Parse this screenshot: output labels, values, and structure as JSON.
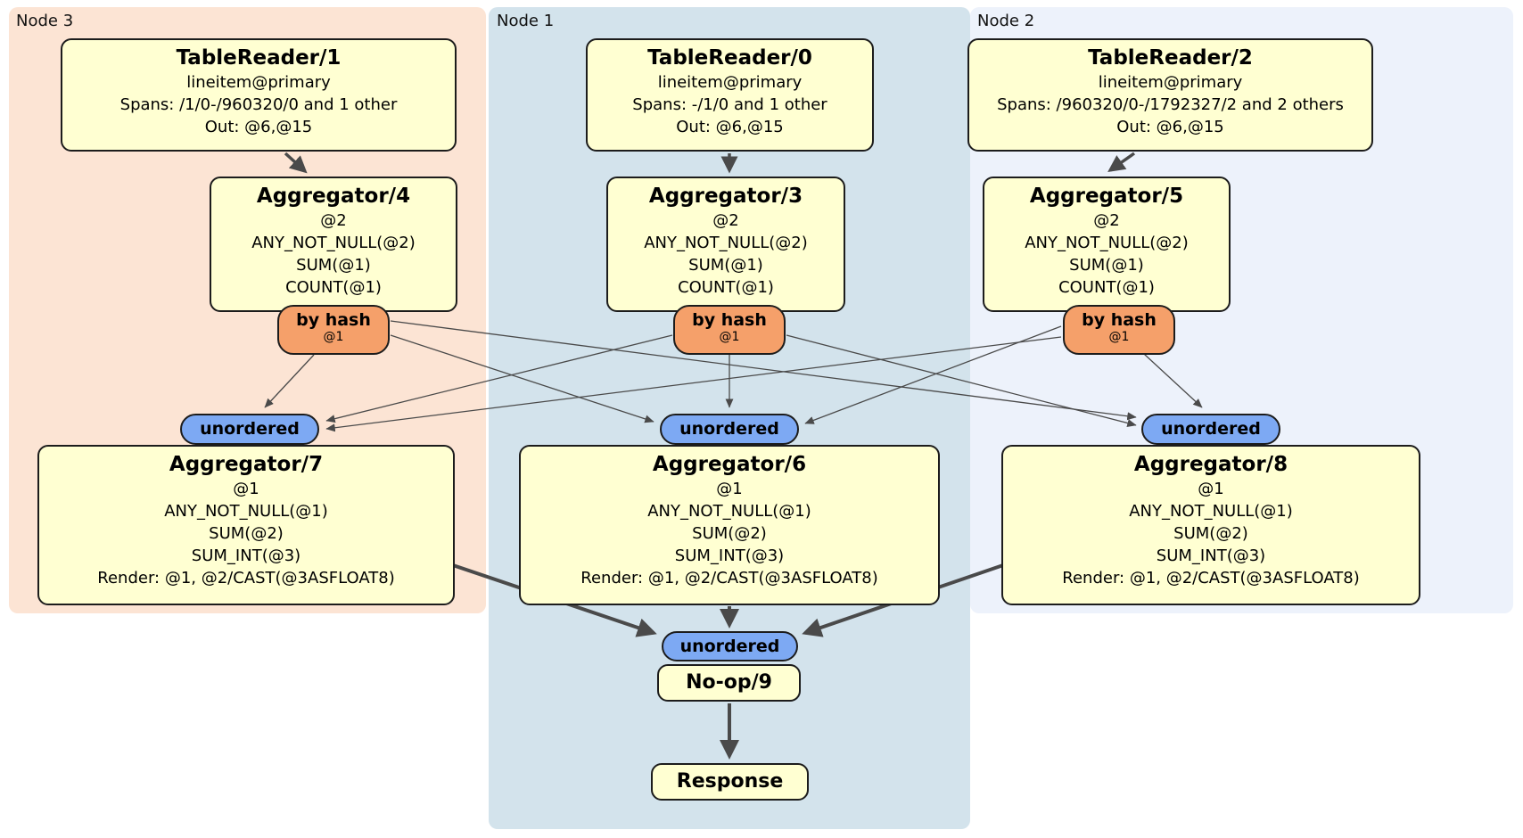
{
  "regions": {
    "node3": {
      "label": "Node 3"
    },
    "node1": {
      "label": "Node 1"
    },
    "node2": {
      "label": "Node 2"
    }
  },
  "boxes": {
    "tr1": {
      "title": "TableReader/1",
      "lines": [
        "lineitem@primary",
        "Spans: /1/0-/960320/0 and 1 other",
        "Out: @6,@15"
      ]
    },
    "tr0": {
      "title": "TableReader/0",
      "lines": [
        "lineitem@primary",
        "Spans: -/1/0 and 1 other",
        "Out: @6,@15"
      ]
    },
    "tr2": {
      "title": "TableReader/2",
      "lines": [
        "lineitem@primary",
        "Spans: /960320/0-/1792327/2 and 2 others",
        "Out: @6,@15"
      ]
    },
    "agg4": {
      "title": "Aggregator/4",
      "lines": [
        "@2",
        "ANY_NOT_NULL(@2)",
        "SUM(@1)",
        "COUNT(@1)"
      ]
    },
    "agg3": {
      "title": "Aggregator/3",
      "lines": [
        "@2",
        "ANY_NOT_NULL(@2)",
        "SUM(@1)",
        "COUNT(@1)"
      ]
    },
    "agg5": {
      "title": "Aggregator/5",
      "lines": [
        "@2",
        "ANY_NOT_NULL(@2)",
        "SUM(@1)",
        "COUNT(@1)"
      ]
    },
    "agg7": {
      "title": "Aggregator/7",
      "lines": [
        "@1",
        "ANY_NOT_NULL(@1)",
        "SUM(@2)",
        "SUM_INT(@3)",
        "Render: @1, @2/CAST(@3ASFLOAT8)"
      ]
    },
    "agg6": {
      "title": "Aggregator/6",
      "lines": [
        "@1",
        "ANY_NOT_NULL(@1)",
        "SUM(@2)",
        "SUM_INT(@3)",
        "Render: @1, @2/CAST(@3ASFLOAT8)"
      ]
    },
    "agg8": {
      "title": "Aggregator/8",
      "lines": [
        "@1",
        "ANY_NOT_NULL(@1)",
        "SUM(@2)",
        "SUM_INT(@3)",
        "Render: @1, @2/CAST(@3ASFLOAT8)"
      ]
    },
    "noop": {
      "title": "No-op/9"
    },
    "response": {
      "title": "Response"
    }
  },
  "routers": {
    "byhash3": {
      "label": "by hash",
      "sub": "@1"
    },
    "byhash1": {
      "label": "by hash",
      "sub": "@1"
    },
    "byhash2": {
      "label": "by hash",
      "sub": "@1"
    }
  },
  "syncs": {
    "unordered3": {
      "label": "unordered"
    },
    "unordered1": {
      "label": "unordered"
    },
    "unordered2": {
      "label": "unordered"
    },
    "unordered_final": {
      "label": "unordered"
    }
  },
  "colors": {
    "node3_bg": "#fce4d4",
    "node1_bg": "#d3e3ec",
    "node2_bg": "#edf2fb",
    "processor_bg": "#ffffd2",
    "router_bg": "#f5a06a",
    "sync_bg": "#7da9f3",
    "edge": "#4a4a4a"
  }
}
